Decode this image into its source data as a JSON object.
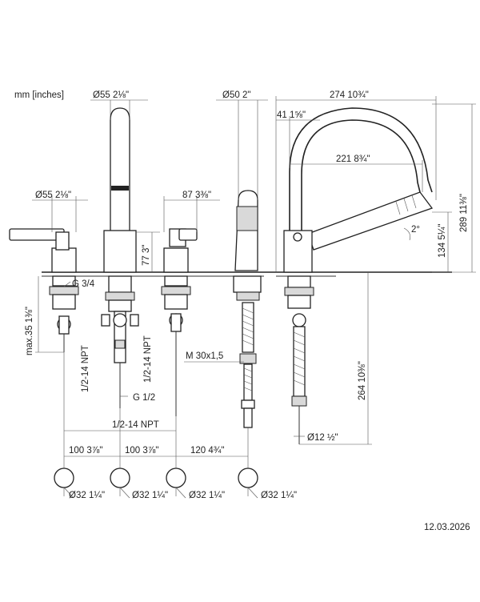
{
  "units_label": "mm [inches]",
  "date": "12.03.2026",
  "dims": {
    "d55_spout": "Ø55",
    "d55_spout_in": "2⅛\"",
    "d50": "Ø50",
    "d50_in": "2\"",
    "d274": "274",
    "d274_in": "10¾\"",
    "d41": "41",
    "d41_in": "1⅝\"",
    "d221": "221",
    "d221_in": "8¾\"",
    "d289": "289",
    "d289_in": "11⅜\"",
    "d134": "134",
    "d134_in": "5¼\"",
    "angle": "2°",
    "d55_left": "Ø55",
    "d55_left_in": "2⅛\"",
    "d87": "87",
    "d87_in": "3⅜\"",
    "d77": "77",
    "d77_in": "3\"",
    "g34": "G 3/4",
    "max35": "max.35",
    "max35_in": "1⅜\"",
    "npt1": "1/2-14 NPT",
    "npt2": "1/2-14 NPT",
    "npt3": "1/2-14 NPT",
    "m30": "M 30x1,5",
    "g12": "G 1/2",
    "d264": "264",
    "d264_in": "10⅜\"",
    "d12": "Ø12",
    "d12_in": "½\"",
    "d100a": "100",
    "d100a_in": "3⅞\"",
    "d100b": "100",
    "d100b_in": "3⅞\"",
    "d120": "120",
    "d120_in": "4¾\"",
    "hole1": "Ø32",
    "hole1_in": "1¼\"",
    "hole2": "Ø32",
    "hole2_in": "1¼\"",
    "hole3": "Ø32",
    "hole3_in": "1¼\"",
    "hole4": "Ø32",
    "hole4_in": "1¼\""
  }
}
